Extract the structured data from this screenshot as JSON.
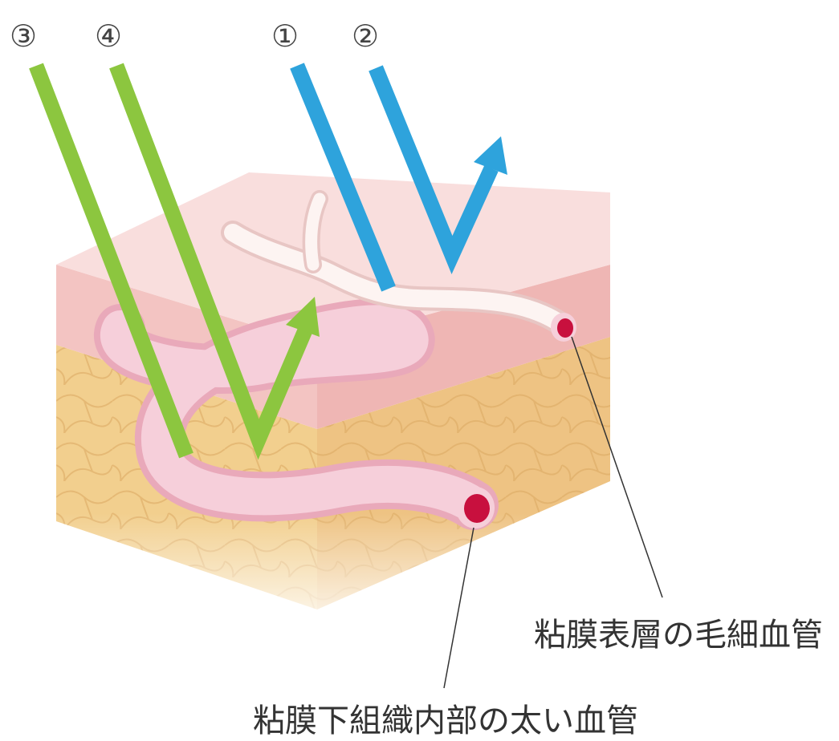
{
  "labels": {
    "ray_1": "①",
    "ray_2": "②",
    "ray_3": "③",
    "ray_4": "④"
  },
  "captions": {
    "surface_capillary": "粘膜表層の毛細血管",
    "deep_vessel": "粘膜下組織内部の太い血管"
  },
  "colors": {
    "blue_light": "#2ea3dc",
    "green_light": "#8cc63f",
    "mucosa_surface": "#f9dedd",
    "mucosa_side": "#f3c4c2",
    "submucosa": "#f2cf8e",
    "vessel_pink": "#f4c3d0",
    "vessel_lumen": "#c8103e",
    "capillary_white": "#fdf4f2"
  }
}
